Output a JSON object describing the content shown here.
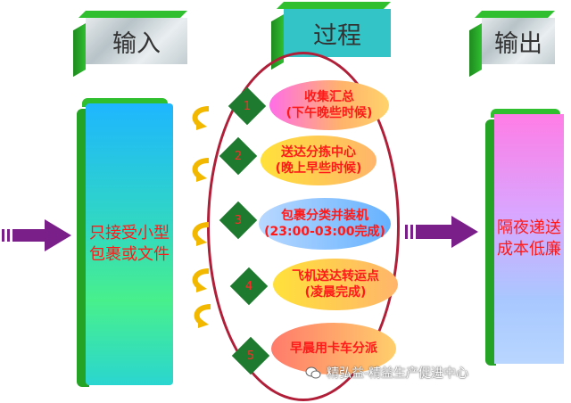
{
  "headers": {
    "input": "输入",
    "process": "过程",
    "output": "输出"
  },
  "input_box": {
    "line1": "只接受小型",
    "line2": "包裹或文件"
  },
  "output_box": {
    "line1": "隔夜递送",
    "line2": "成本低廉"
  },
  "steps": [
    {
      "number": "1",
      "line1": "收集汇总",
      "line2": "(下午晚些时候)"
    },
    {
      "number": "2",
      "line1": "送达分拣中心",
      "line2": "(晚上早些时候)"
    },
    {
      "number": "3",
      "line1": "包裹分类并装机",
      "line2": "(23:00-03:00完成)"
    },
    {
      "number": "4",
      "line1": "飞机送达转运点",
      "line2": "(凌晨完成)"
    },
    {
      "number": "5",
      "line1": "早晨用卡车分派",
      "line2": ""
    }
  ],
  "watermark": "精弘益-精益生产促进中心",
  "colors": {
    "accent_green": "#2fbf2f",
    "ring": "#b01e38",
    "arrow_purple": "#7a1e8a",
    "text_red": "#ff1a1a",
    "curl_yellow": "#f2b800"
  }
}
